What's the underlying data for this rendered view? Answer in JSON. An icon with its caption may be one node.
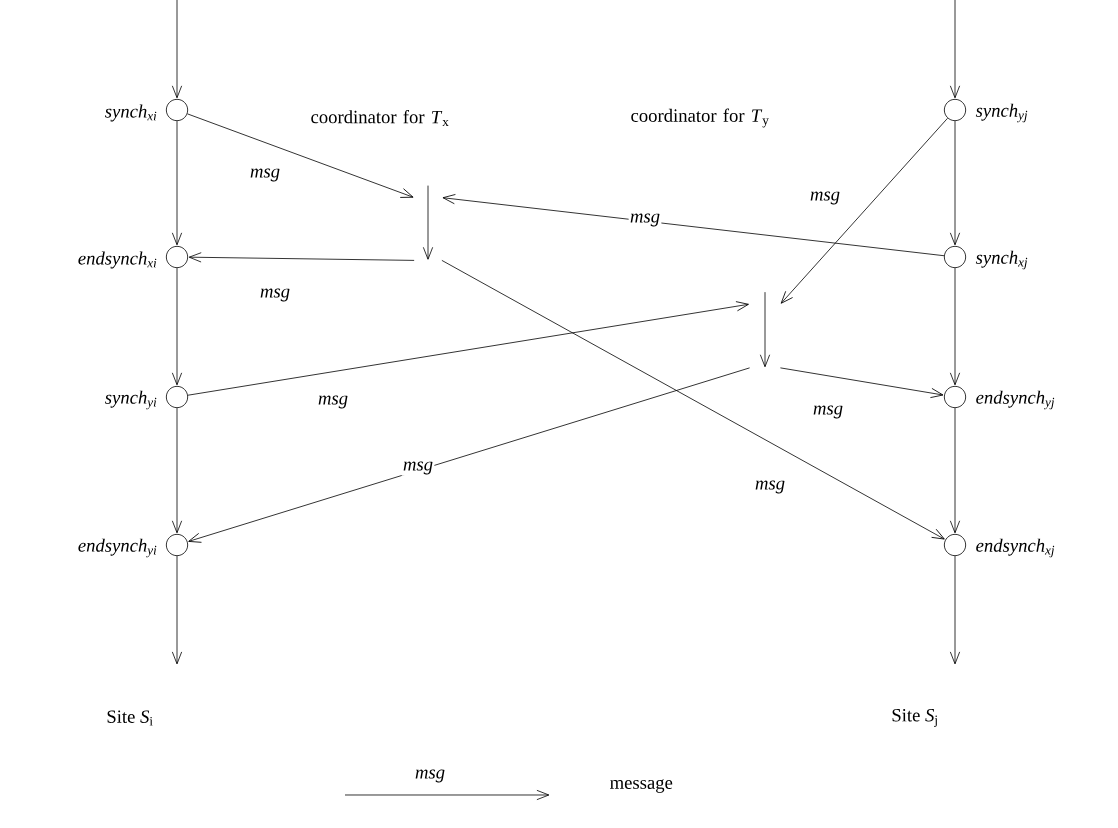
{
  "diagram": {
    "nodes": [
      {
        "text": [],
        "shape": "circle",
        "beside": [
          "synch$_{xi}$"
        ]
      },
      {
        "text": [],
        "shape": "circle",
        "beside": [
          "endsynch$_{xi}$"
        ]
      },
      {
        "text": [],
        "shape": "circle",
        "beside": [
          "synch$_{yi}$"
        ]
      },
      {
        "text": [],
        "shape": "circle",
        "beside": [
          "endsynch$_{yi}$"
        ]
      },
      {
        "text": [],
        "shape": "circle",
        "beside": [
          "synch$_{yj}$"
        ]
      },
      {
        "text": [],
        "shape": "circle",
        "beside": [
          "synch$_{xj}$"
        ]
      },
      {
        "text": [],
        "shape": "circle",
        "beside": [
          "endsynch$_{yj}$"
        ]
      },
      {
        "text": [],
        "shape": "circle",
        "beside": [
          "endsynch$_{xj}$"
        ]
      },
      {
        "text": [],
        "shape": "arrow"
      },
      {
        "text": [],
        "shape": "arrow"
      }
    ],
    "edges": [
      {
        "from": null,
        "to": 0,
        "arrow": "to"
      },
      {
        "from": 0,
        "to": 1,
        "arrow": "to"
      },
      {
        "from": 1,
        "to": 2,
        "arrow": "to"
      },
      {
        "from": 2,
        "to": 3,
        "arrow": "to"
      },
      {
        "from": 3,
        "to": null,
        "arrow": "to"
      },
      {
        "from": null,
        "to": 4,
        "arrow": "to"
      },
      {
        "from": 4,
        "to": 5,
        "arrow": "to"
      },
      {
        "from": 5,
        "to": 6,
        "arrow": "to"
      },
      {
        "from": 6,
        "to": 7,
        "arrow": "to"
      },
      {
        "from": 7,
        "to": null,
        "arrow": "to"
      },
      {
        "from": 0,
        "to": 8,
        "arrow": "to",
        "label": "msg"
      },
      {
        "from": 5,
        "to": 8,
        "arrow": "to",
        "label": "msg"
      },
      {
        "from": 8,
        "to": 1,
        "arrow": "to",
        "label": "msg"
      },
      {
        "from": 8,
        "to": 7,
        "arrow": "to",
        "label": "msg"
      },
      {
        "from": 4,
        "to": 9,
        "arrow": "to",
        "label": "msg"
      },
      {
        "from": 2,
        "to": 9,
        "arrow": "to",
        "label": "msg"
      },
      {
        "from": 9,
        "to": 6,
        "arrow": "to",
        "label": "msg"
      },
      {
        "from": 9,
        "to": 3,
        "arrow": "to",
        "label": "msg"
      }
    ],
    "labels": [
      "coordinator for *T*$_{x}$",
      "coordinator for *T*$_{y}$",
      "Site *S*$_{i}$",
      "Site *S*$_{j}$",
      "msg"
    ],
    "legend": [
      {
        "text": "message"
      }
    ]
  }
}
